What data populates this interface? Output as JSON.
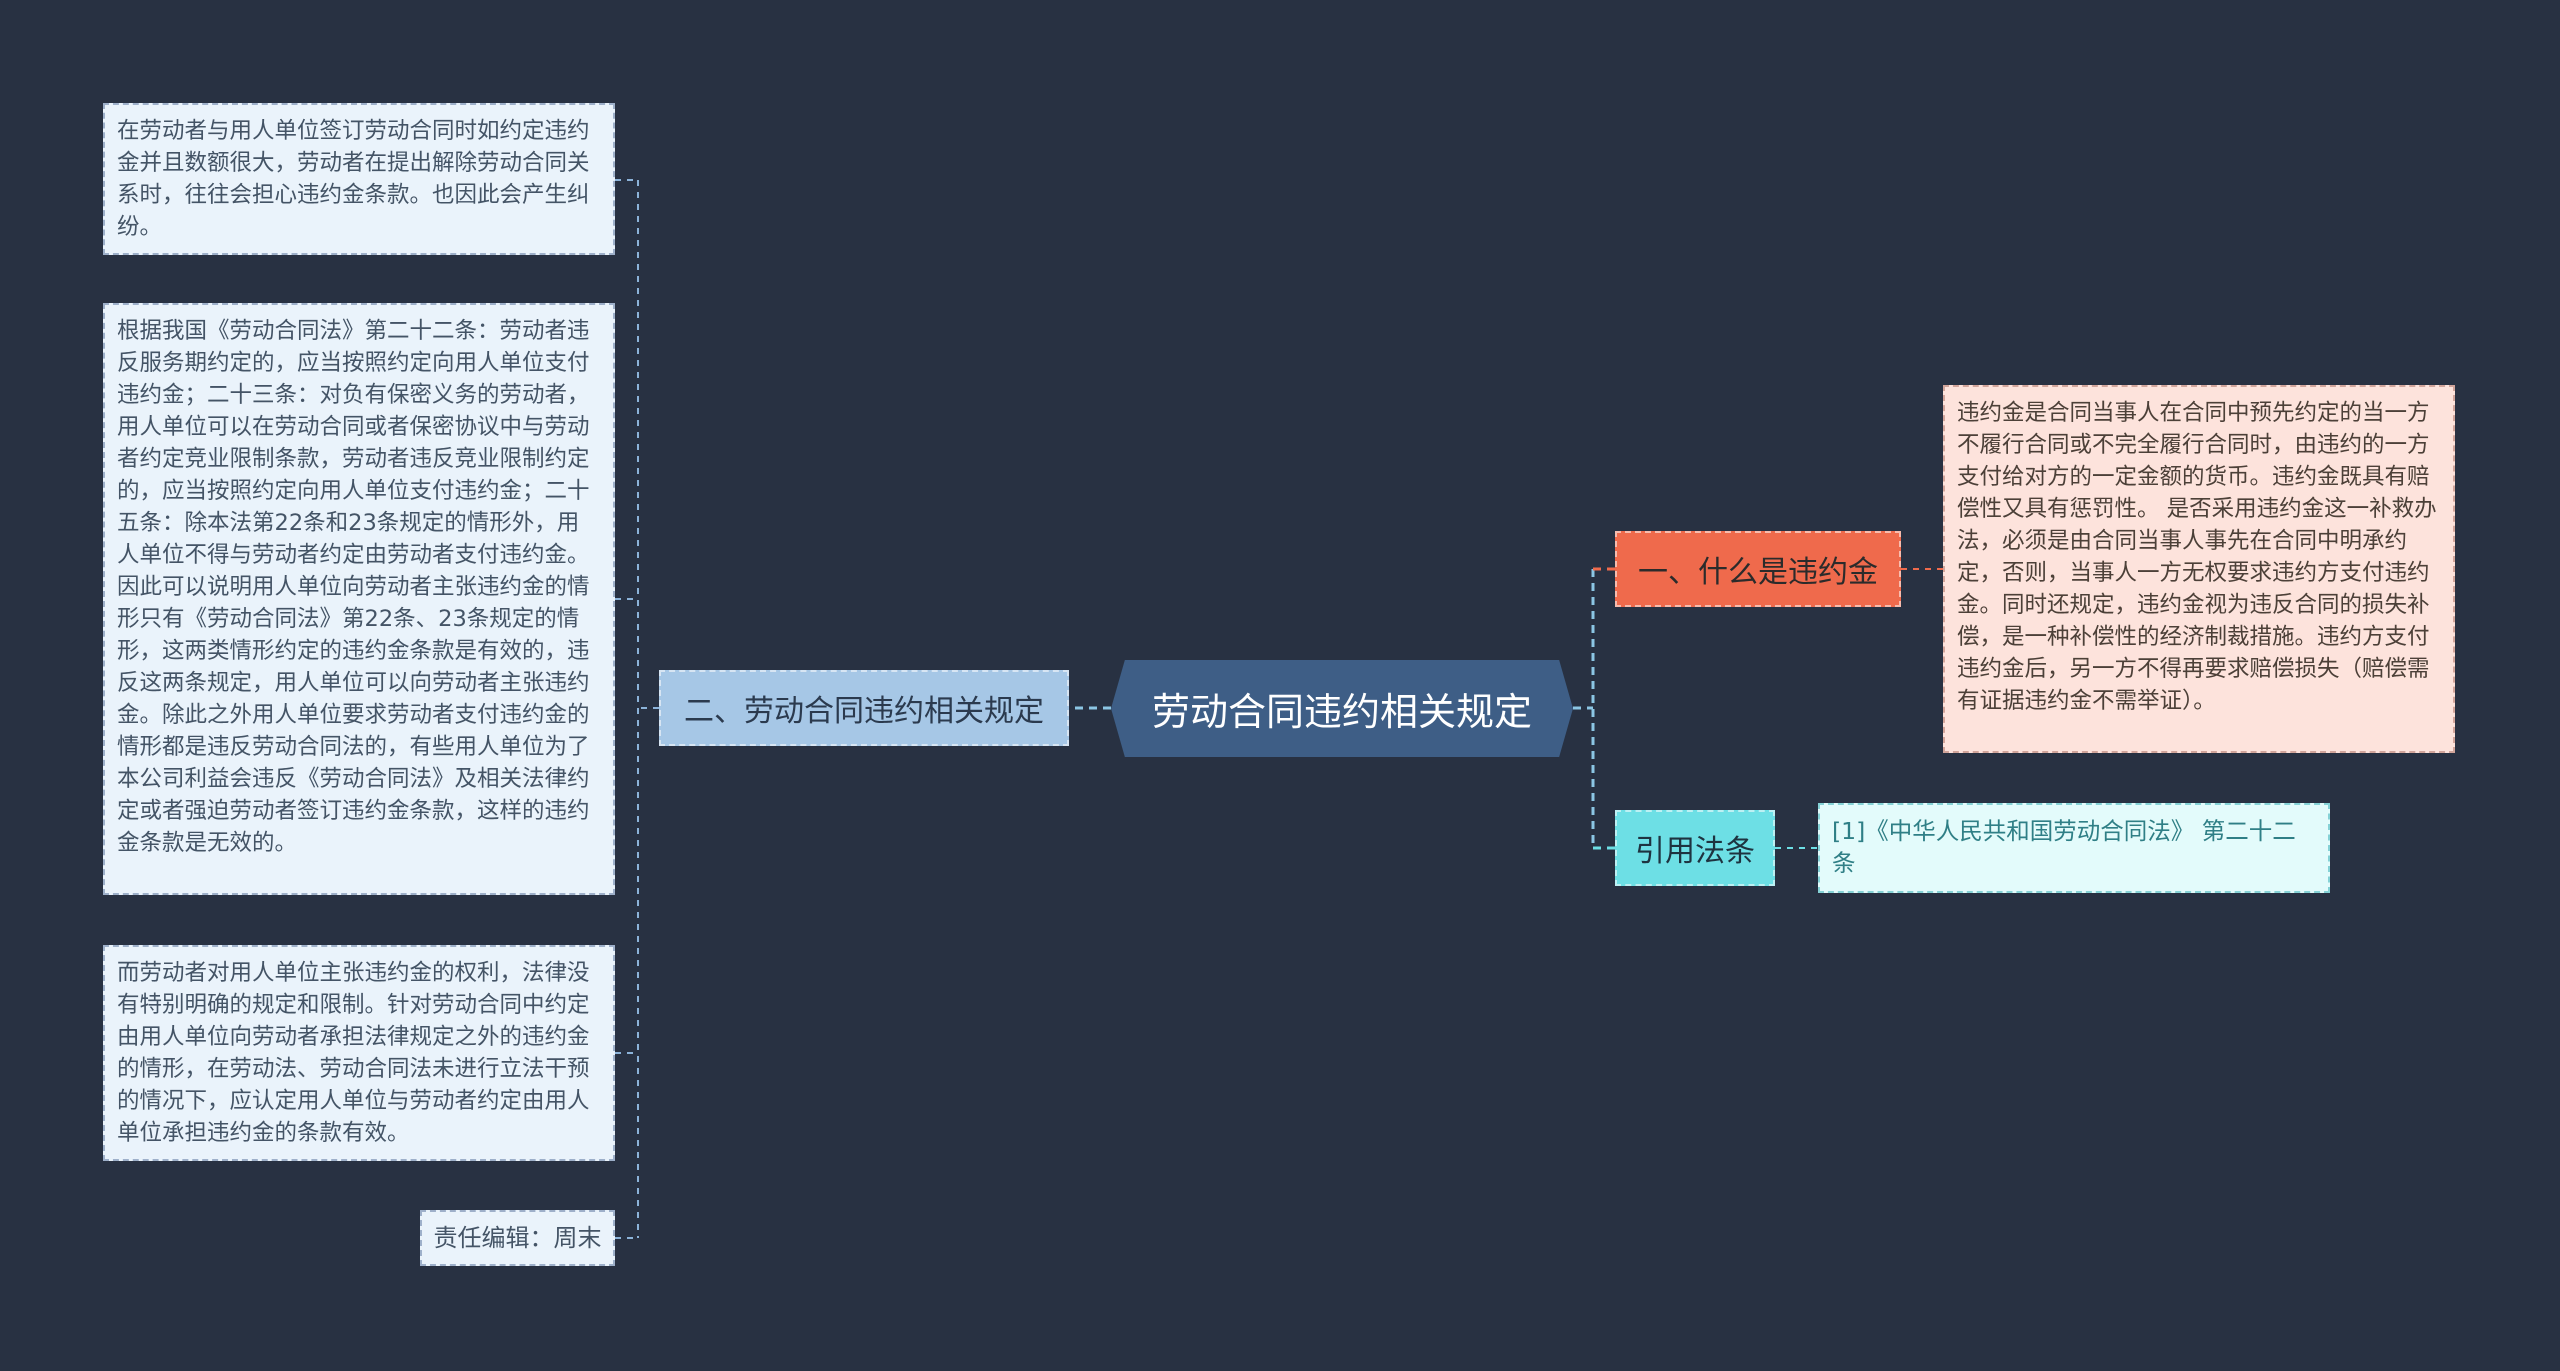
{
  "root": {
    "label": "劳动合同违约相关规定"
  },
  "left_branch": {
    "label": "二、劳动合同违约相关规定",
    "leaves": [
      "在劳动者与用人单位签订劳动合同时如约定违约金并且数额很大，劳动者在提出解除劳动合同关系时，往往会担心违约金条款。也因此会产生纠纷。",
      "根据我国《劳动合同法》第二十二条：劳动者违反服务期约定的，应当按照约定向用人单位支付违约金；二十三条：对负有保密义务的劳动者，用人单位可以在劳动合同或者保密协议中与劳动者约定竞业限制条款，劳动者违反竞业限制约定的，应当按照约定向用人单位支付违约金；二十五条：除本法第22条和23条规定的情形外，用人单位不得与劳动者约定由劳动者支付违约金。因此可以说明用人单位向劳动者主张违约金的情形只有《劳动合同法》第22条、23条规定的情形，这两类情形约定的违约金条款是有效的，违反这两条规定，用人单位可以向劳动者主张违约金。除此之外用人单位要求劳动者支付违约金的情形都是违反劳动合同法的，有些用人单位为了本公司利益会违反《劳动合同法》及相关法律约定或者强迫劳动者签订违约金条款，这样的违约金条款是无效的。",
      "而劳动者对用人单位主张违约金的权利，法律没有特别明确的规定和限制。针对劳动合同中约定由用人单位向劳动者承担法律规定之外的违约金的情形，在劳动法、劳动合同法未进行立法干预的情况下，应认定用人单位与劳动者约定由用人单位承担违约金的条款有效。",
      "责任编辑：周末"
    ]
  },
  "right_top_branch": {
    "label": "一、什么是违约金",
    "leaf": "违约金是合同当事人在合同中预先约定的当一方不履行合同或不完全履行合同时，由违约的一方支付给对方的一定金额的货币。违约金既具有赔偿性又具有惩罚性。 是否采用违约金这一补救办法，必须是由合同当事人事先在合同中明承约定，否则，当事人一方无权要求违约方支付违约金。同时还规定，违约金视为违反合同的损失补偿，是一种补偿性的经济制裁措施。违约方支付违约金后，另一方不得再要求赔偿损失（赔偿需有证据违约金不需举证）。"
  },
  "right_bottom_branch": {
    "label": "引用法条",
    "leaf": "[1]《中华人民共和国劳动合同法》 第二十二条"
  },
  "colors": {
    "background": "#283142",
    "root": "#3e5e86",
    "left_branch": "#a6c7e6",
    "top_branch": "#ef6a4c",
    "bottom_branch": "#6ddfe5"
  }
}
